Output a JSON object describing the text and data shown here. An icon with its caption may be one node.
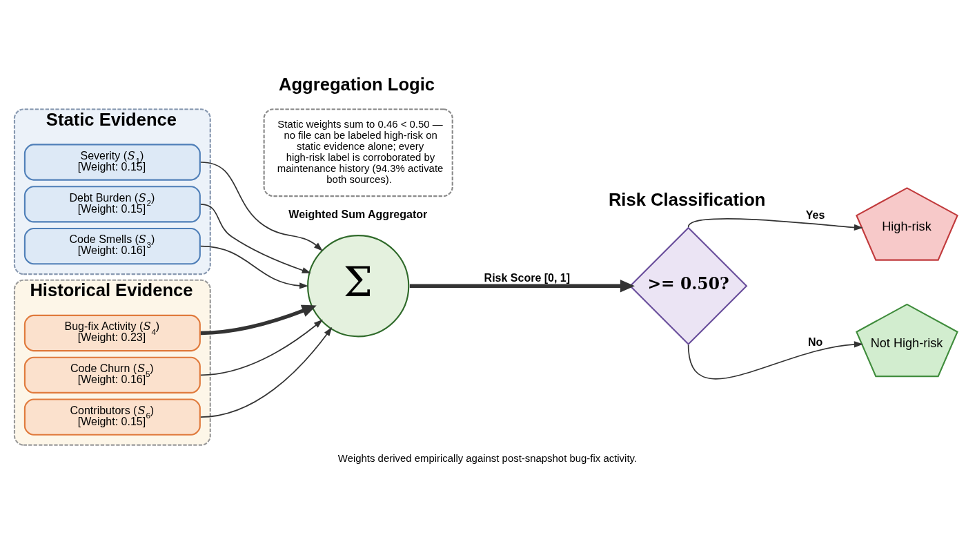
{
  "diagram": {
    "caption": "Weights derived empirically against post-snapshot bug-fix activity.",
    "nodes": [
      {
        "text": [
          "Static Evidence"
        ]
      },
      {
        "text": [
          "Severity (*S*$_{1}$)",
          "[Weight: 0.15]"
        ],
        "in": 0
      },
      {
        "text": [
          "Debt Burden (*S*$_{2}$)",
          "[Weight: 0.15]"
        ],
        "in": 0
      },
      {
        "text": [
          "Code Smells (*S*$_{3}$)",
          "[Weight: 0.16]"
        ],
        "in": 0
      },
      {
        "text": [
          "Historical Evidence"
        ]
      },
      {
        "text": [
          "Bug-fix Activity (*S*$_{4}$)",
          "[Weight: 0.23]"
        ],
        "in": 4
      },
      {
        "text": [
          "Code Churn (*S*$_{5}$)",
          "[Weight: 0.16]"
        ],
        "in": 4
      },
      {
        "text": [
          "Contributors (*S*$_{6}$)",
          "[Weight: 0.15]"
        ],
        "in": 4
      },
      {
        "text": [
          "Static weights sum to 0.46 < 0.50 — no file can be labeled high-risk on static evidence alone; every high-risk label is corroborated by maintenance history (94.3% activate both sources)."
        ],
        "beside": [
          "Aggregation Logic"
        ]
      },
      {
        "text": [
          "Σ"
        ],
        "beside": [
          "Weighted Sum Aggregator"
        ]
      },
      {
        "text": [
          ">= 0.50?"
        ]
      },
      {
        "text": [
          "High-risk"
        ]
      },
      {
        "text": [
          "Not High-risk"
        ]
      }
    ],
    "edges": [
      {
        "from": 1,
        "to": 9,
        "arrow": "to"
      },
      {
        "from": 2,
        "to": 9,
        "arrow": "to"
      },
      {
        "from": 3,
        "to": 9,
        "arrow": "to"
      },
      {
        "from": 5,
        "to": 9,
        "arrow": "to",
        "style": "thick"
      },
      {
        "from": 6,
        "to": 9,
        "arrow": "to"
      },
      {
        "from": 7,
        "to": 9,
        "arrow": "to"
      },
      {
        "from": 9,
        "to": 10,
        "arrow": "to",
        "label": "Risk Score [0, 1]",
        "style": "thick"
      },
      {
        "from": 10,
        "to": 11,
        "arrow": "to",
        "label": "Yes"
      },
      {
        "from": 10,
        "to": 12,
        "arrow": "to",
        "label": "No"
      }
    ],
    "labels": [
      "Risk Classification"
    ]
  }
}
